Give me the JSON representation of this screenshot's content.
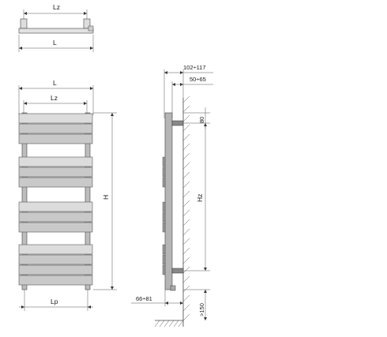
{
  "top_view": {
    "lz_label": "Lz",
    "l_label": "L"
  },
  "front_view": {
    "l_label": "L",
    "lz_label": "Lz",
    "h_label": "H",
    "lp_label": "Lp",
    "groups": [
      {
        "bars": 3
      },
      {
        "bars": 3
      },
      {
        "bars": 3
      },
      {
        "bars": 4
      }
    ]
  },
  "side_view": {
    "depth_total_label": "102÷117",
    "depth_wall_label": "50÷65",
    "top_offset_label": "80",
    "hz_label": "Hz",
    "bottom_offset_label": "66÷81",
    "floor_clearance_label": ">150"
  }
}
